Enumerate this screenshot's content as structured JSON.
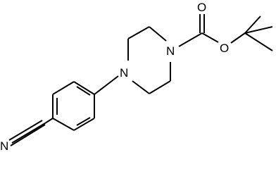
{
  "molecule": {
    "atoms": {
      "nitrile_n": "N",
      "piperazine_n1": "N",
      "piperazine_n4": "N",
      "carbonyl_o": "O",
      "ester_o": "O"
    }
  },
  "colors": {
    "bond": "#000000",
    "label": "#000000",
    "background": "#ffffff"
  }
}
